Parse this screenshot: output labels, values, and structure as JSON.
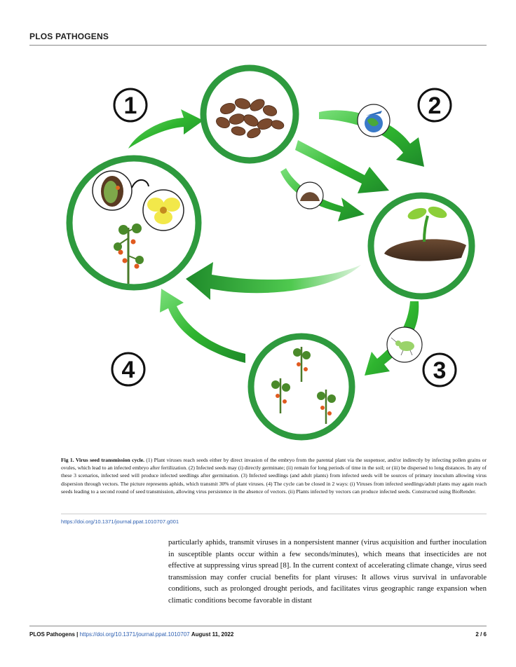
{
  "header": {
    "journal": "PLOS PATHOGENS"
  },
  "figure": {
    "stage_numbers": [
      "1",
      "2",
      "3",
      "4"
    ],
    "caption_title": "Fig 1. Virus seed transmission cycle.",
    "caption_text": "(1) Plant viruses reach seeds either by direct invasion of the embryo from the parental plant via the suspensor, and/or indirectly by infecting pollen grains or ovules, which lead to an infected embryo after fertilization. (2) Infected seeds may (i) directly germinate; (ii) remain for long periods of time in the soil; or (iii) be dispersed to long distances. In any of these 3 scenarios, infected seed will produce infected seedlings after germination. (3) Infected seedlings (and adult plants) from infected seeds will be sources of primary inoculum allowing virus dispersion through vectors. The picture represents aphids, which transmit 30% of plant viruses. (4) The cycle can be closed in 2 ways: (i) Viruses from infected seedlings/adult plants may again reach seeds leading to a second round of seed transmission, allowing virus persistence in the absence of vectors. (ii) Plants infected by vectors can produce infected seeds. Constructed using BioRender.",
    "doi": "https://doi.org/10.1371/journal.ppat.1010707.g001"
  },
  "body": {
    "paragraph": "particularly aphids, transmit viruses in a nonpersistent manner (virus acquisition and further inoculation in susceptible plants occur within a few seconds/minutes), which means that insecticides are not effective at suppressing virus spread [8]. In the current context of accelerating climate change, virus seed transmission may confer crucial benefits for plant viruses: It allows virus survival in unfavorable conditions, such as prolonged drought periods, and facilitates virus geographic range expansion when climatic conditions become favorable in distant"
  },
  "footer": {
    "journal": "PLOS Pathogens |",
    "link": "https://doi.org/10.1371/journal.ppat.1010707",
    "date": "August 11, 2022",
    "page": "2 / 6"
  },
  "colors": {
    "ring": "#2e9a3e",
    "arrow": "#2fb52f",
    "arrow_dark": "#1e8a2a",
    "link": "#2a5db0"
  }
}
